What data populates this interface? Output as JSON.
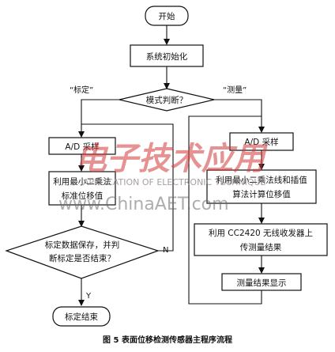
{
  "nodes": {
    "start": "开始",
    "init": "系统初始化",
    "mode": "模式判断？",
    "ad_left": "A/D 采样",
    "store_standard_l1": "利用最小二乘法",
    "store_standard_l2": "标准位移值",
    "decision_l1": "标定数据保存，并判",
    "decision_l2": "断标定是否结束？",
    "calib_end": "标定结束",
    "ad_right": "A/D 采样",
    "fit_l1": "利用最小二乘法线和插值",
    "fit_l2": "算法计算位移值",
    "tx_l1": "利用 CC2420 无线收发器上",
    "tx_l2": "传测量结果",
    "display": "测量结果显示"
  },
  "edge_labels": {
    "calibrate": "“标定”",
    "measure": "“测量”",
    "no": "N",
    "yes": "Y"
  },
  "caption": "图 5  表面位移检测传感器主程序流程",
  "watermark": {
    "cn": "电子技术应用",
    "en": "APPLICATION OF ELECTRONIC TECHNIQUE",
    "url": "www.ChinaAET.com"
  }
}
